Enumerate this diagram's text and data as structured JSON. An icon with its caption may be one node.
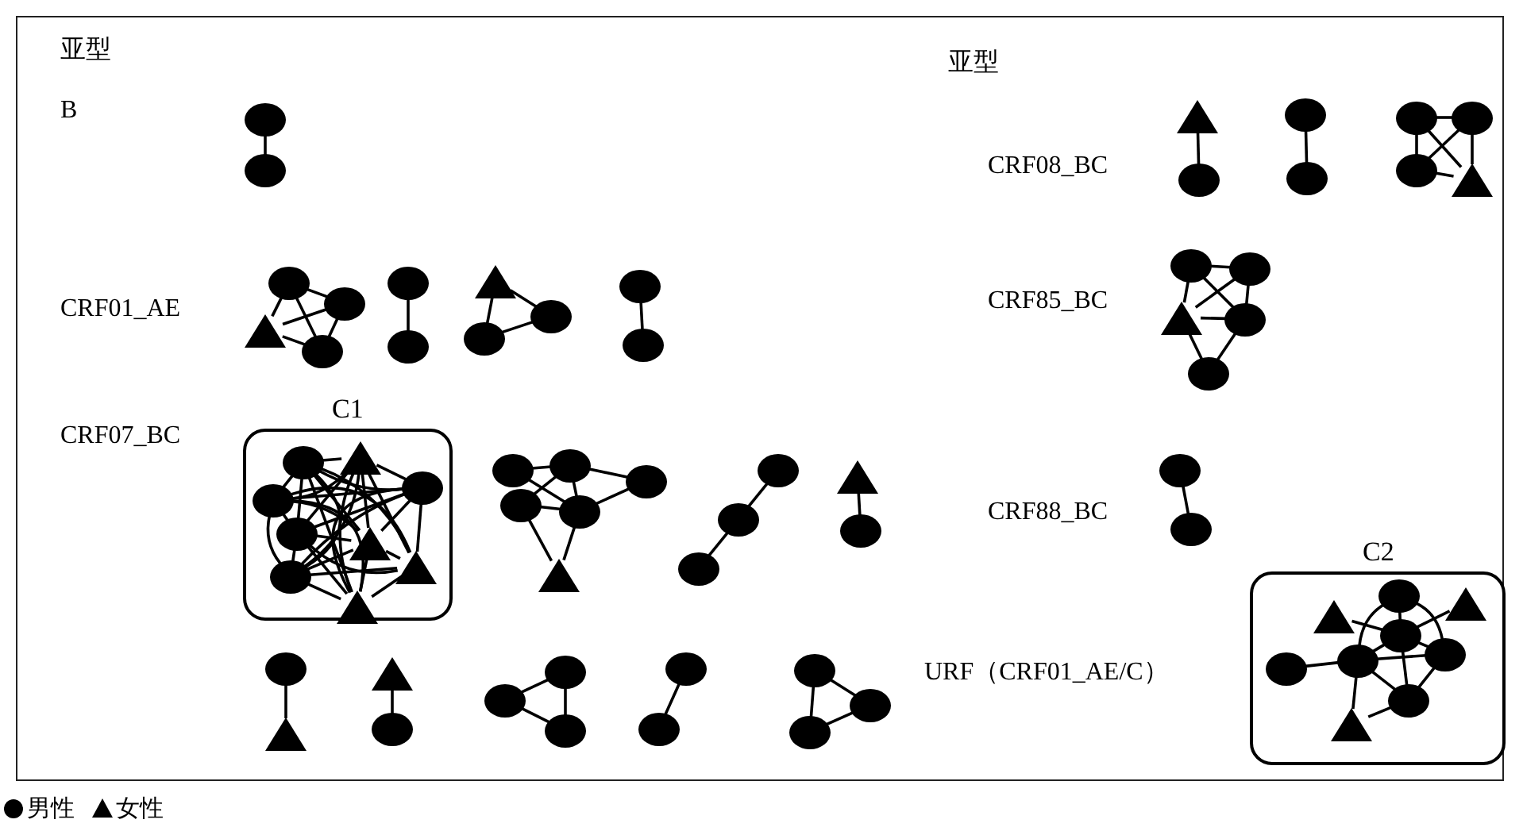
{
  "diagram": {
    "nodes": [
      {
        "text": [],
        "shape": "circle"
      },
      {
        "text": [],
        "shape": "circle"
      },
      {
        "text": [],
        "shape": "circle"
      },
      {
        "text": [],
        "shape": "circle"
      },
      {
        "text": [],
        "shape": "triangle"
      },
      {
        "text": [],
        "shape": "circle"
      },
      {
        "text": [],
        "shape": "circle"
      },
      {
        "text": [],
        "shape": "circle"
      },
      {
        "text": [],
        "shape": "triangle"
      },
      {
        "text": [],
        "shape": "circle"
      },
      {
        "text": [],
        "shape": "circle"
      },
      {
        "text": [],
        "shape": "circle"
      },
      {
        "text": [],
        "shape": "circle"
      },
      {
        "text": [
          "C1"
        ]
      },
      {
        "text": [],
        "shape": "circle",
        "in": 13
      },
      {
        "text": [],
        "shape": "triangle",
        "in": 13
      },
      {
        "text": [],
        "shape": "circle",
        "in": 13
      },
      {
        "text": [],
        "shape": "circle",
        "in": 13
      },
      {
        "text": [],
        "shape": "circle",
        "in": 13
      },
      {
        "text": [],
        "shape": "triangle",
        "in": 13
      },
      {
        "text": [],
        "shape": "triangle",
        "in": 13
      },
      {
        "text": [],
        "shape": "circle",
        "in": 13
      },
      {
        "text": [],
        "shape": "triangle",
        "in": 13
      },
      {
        "text": [],
        "shape": "circle"
      },
      {
        "text": [],
        "shape": "circle"
      },
      {
        "text": [],
        "shape": "circle"
      },
      {
        "text": [],
        "shape": "circle"
      },
      {
        "text": [],
        "shape": "circle"
      },
      {
        "text": [],
        "shape": "triangle"
      },
      {
        "text": [],
        "shape": "circle"
      },
      {
        "text": [],
        "shape": "circle"
      },
      {
        "text": [],
        "shape": "circle"
      },
      {
        "text": [],
        "shape": "triangle"
      },
      {
        "text": [],
        "shape": "circle"
      },
      {
        "text": [],
        "shape": "circle"
      },
      {
        "text": [],
        "shape": "triangle"
      },
      {
        "text": [],
        "shape": "triangle"
      },
      {
        "text": [],
        "shape": "circle"
      },
      {
        "text": [],
        "shape": "circle"
      },
      {
        "text": [],
        "shape": "circle"
      },
      {
        "text": [],
        "shape": "circle"
      },
      {
        "text": [],
        "shape": "circle"
      },
      {
        "text": [],
        "shape": "circle"
      },
      {
        "text": [],
        "shape": "circle"
      },
      {
        "text": [],
        "shape": "circle"
      },
      {
        "text": [],
        "shape": "circle"
      },
      {
        "text": [],
        "shape": "triangle"
      },
      {
        "text": [],
        "shape": "circle"
      },
      {
        "text": [],
        "shape": "circle"
      },
      {
        "text": [],
        "shape": "circle"
      },
      {
        "text": [],
        "shape": "circle"
      },
      {
        "text": [],
        "shape": "circle"
      },
      {
        "text": [],
        "shape": "circle"
      },
      {
        "text": [],
        "shape": "triangle"
      },
      {
        "text": [],
        "shape": "circle"
      },
      {
        "text": [],
        "shape": "circle"
      },
      {
        "text": [],
        "shape": "triangle"
      },
      {
        "text": [],
        "shape": "circle"
      },
      {
        "text": [],
        "shape": "circle"
      },
      {
        "text": [],
        "shape": "circle"
      },
      {
        "text": [],
        "shape": "circle"
      },
      {
        "text": [
          "C2"
        ]
      },
      {
        "text": [],
        "shape": "triangle",
        "in": 61
      },
      {
        "text": [],
        "shape": "circle",
        "in": 61
      },
      {
        "text": [],
        "shape": "triangle",
        "in": 61
      },
      {
        "text": [],
        "shape": "circle",
        "in": 61
      },
      {
        "text": [],
        "shape": "circle",
        "in": 61
      },
      {
        "text": [],
        "shape": "circle",
        "in": 61
      },
      {
        "text": [],
        "shape": "circle",
        "in": 61
      },
      {
        "text": [],
        "shape": "triangle",
        "in": 61
      },
      {
        "text": [],
        "shape": "circle",
        "in": 61
      }
    ],
    "edges": [
      {
        "from": 0,
        "to": 1,
        "arrow": "none"
      },
      {
        "from": 2,
        "to": 3,
        "arrow": "none"
      },
      {
        "from": 2,
        "to": 4,
        "arrow": "none"
      },
      {
        "from": 2,
        "to": 5,
        "arrow": "none"
      },
      {
        "from": 3,
        "to": 4,
        "arrow": "none"
      },
      {
        "from": 3,
        "to": 5,
        "arrow": "none"
      },
      {
        "from": 4,
        "to": 5,
        "arrow": "none"
      },
      {
        "from": 6,
        "to": 7,
        "arrow": "none"
      },
      {
        "from": 8,
        "to": 9,
        "arrow": "none"
      },
      {
        "from": 8,
        "to": 10,
        "arrow": "none"
      },
      {
        "from": 9,
        "to": 10,
        "arrow": "none"
      },
      {
        "from": 11,
        "to": 12,
        "arrow": "none"
      },
      {
        "from": 14,
        "to": 15,
        "arrow": "none"
      },
      {
        "from": 14,
        "to": 16,
        "arrow": "none"
      },
      {
        "from": 14,
        "to": 17,
        "arrow": "none"
      },
      {
        "from": 14,
        "to": 18,
        "arrow": "none"
      },
      {
        "from": 14,
        "to": 19,
        "arrow": "none"
      },
      {
        "from": 14,
        "to": 20,
        "arrow": "none"
      },
      {
        "from": 14,
        "to": 21,
        "arrow": "none"
      },
      {
        "from": 14,
        "to": 22,
        "arrow": "none"
      },
      {
        "from": 15,
        "to": 16,
        "arrow": "none"
      },
      {
        "from": 15,
        "to": 17,
        "arrow": "none"
      },
      {
        "from": 15,
        "to": 18,
        "arrow": "none"
      },
      {
        "from": 15,
        "to": 19,
        "arrow": "none"
      },
      {
        "from": 15,
        "to": 20,
        "arrow": "none"
      },
      {
        "from": 15,
        "to": 21,
        "arrow": "none"
      },
      {
        "from": 15,
        "to": 22,
        "arrow": "none"
      },
      {
        "from": 16,
        "to": 17,
        "arrow": "none"
      },
      {
        "from": 16,
        "to": 18,
        "arrow": "none"
      },
      {
        "from": 16,
        "to": 19,
        "arrow": "none"
      },
      {
        "from": 16,
        "to": 20,
        "arrow": "none"
      },
      {
        "from": 16,
        "to": 21,
        "arrow": "none"
      },
      {
        "from": 16,
        "to": 22,
        "arrow": "none"
      },
      {
        "from": 17,
        "to": 18,
        "arrow": "none"
      },
      {
        "from": 17,
        "to": 19,
        "arrow": "none"
      },
      {
        "from": 17,
        "to": 20,
        "arrow": "none"
      },
      {
        "from": 17,
        "to": 21,
        "arrow": "none"
      },
      {
        "from": 17,
        "to": 22,
        "arrow": "none"
      },
      {
        "from": 18,
        "to": 19,
        "arrow": "none"
      },
      {
        "from": 18,
        "to": 20,
        "arrow": "none"
      },
      {
        "from": 18,
        "to": 21,
        "arrow": "none"
      },
      {
        "from": 18,
        "to": 22,
        "arrow": "none"
      },
      {
        "from": 19,
        "to": 20,
        "arrow": "none"
      },
      {
        "from": 19,
        "to": 21,
        "arrow": "none"
      },
      {
        "from": 19,
        "to": 22,
        "arrow": "none"
      },
      {
        "from": 20,
        "to": 21,
        "arrow": "none"
      },
      {
        "from": 20,
        "to": 22,
        "arrow": "none"
      },
      {
        "from": 21,
        "to": 22,
        "arrow": "none"
      },
      {
        "from": 23,
        "to": 24,
        "arrow": "none"
      },
      {
        "from": 24,
        "to": 25,
        "arrow": "none"
      },
      {
        "from": 23,
        "to": 27,
        "arrow": "none"
      },
      {
        "from": 24,
        "to": 26,
        "arrow": "none"
      },
      {
        "from": 24,
        "to": 27,
        "arrow": "none"
      },
      {
        "from": 26,
        "to": 27,
        "arrow": "none"
      },
      {
        "from": 25,
        "to": 27,
        "arrow": "none"
      },
      {
        "from": 26,
        "to": 28,
        "arrow": "none"
      },
      {
        "from": 27,
        "to": 28,
        "arrow": "none"
      },
      {
        "from": 29,
        "to": 30,
        "arrow": "none"
      },
      {
        "from": 30,
        "to": 31,
        "arrow": "none"
      },
      {
        "from": 32,
        "to": 33,
        "arrow": "none"
      },
      {
        "from": 34,
        "to": 35,
        "arrow": "none"
      },
      {
        "from": 36,
        "to": 37,
        "arrow": "none"
      },
      {
        "from": 38,
        "to": 39,
        "arrow": "none"
      },
      {
        "from": 38,
        "to": 40,
        "arrow": "none"
      },
      {
        "from": 39,
        "to": 40,
        "arrow": "none"
      },
      {
        "from": 41,
        "to": 42,
        "arrow": "none"
      },
      {
        "from": 43,
        "to": 44,
        "arrow": "none"
      },
      {
        "from": 43,
        "to": 45,
        "arrow": "none"
      },
      {
        "from": 44,
        "to": 45,
        "arrow": "none"
      },
      {
        "from": 46,
        "to": 47,
        "arrow": "none"
      },
      {
        "from": 48,
        "to": 49,
        "arrow": "none"
      },
      {
        "from": 50,
        "to": 51,
        "arrow": "none"
      },
      {
        "from": 50,
        "to": 52,
        "arrow": "none"
      },
      {
        "from": 52,
        "to": 53,
        "arrow": "none"
      },
      {
        "from": 51,
        "to": 53,
        "arrow": "none"
      },
      {
        "from": 50,
        "to": 53,
        "arrow": "none"
      },
      {
        "from": 51,
        "to": 52,
        "arrow": "none"
      },
      {
        "from": 54,
        "to": 55,
        "arrow": "none"
      },
      {
        "from": 54,
        "to": 57,
        "arrow": "none"
      },
      {
        "from": 55,
        "to": 56,
        "arrow": "none"
      },
      {
        "from": 54,
        "to": 56,
        "arrow": "none"
      },
      {
        "from": 55,
        "to": 57,
        "arrow": "none"
      },
      {
        "from": 56,
        "to": 57,
        "arrow": "none"
      },
      {
        "from": 56,
        "to": 58,
        "arrow": "none"
      },
      {
        "from": 57,
        "to": 58,
        "arrow": "none"
      },
      {
        "from": 59,
        "to": 60,
        "arrow": "none"
      },
      {
        "from": 62,
        "to": 65,
        "arrow": "none"
      },
      {
        "from": 63,
        "to": 67,
        "arrow": "none"
      },
      {
        "from": 63,
        "to": 65,
        "arrow": "none"
      },
      {
        "from": 63,
        "to": 68,
        "arrow": "none"
      },
      {
        "from": 64,
        "to": 65,
        "arrow": "none"
      },
      {
        "from": 65,
        "to": 67,
        "arrow": "none"
      },
      {
        "from": 65,
        "to": 68,
        "arrow": "none"
      },
      {
        "from": 66,
        "to": 67,
        "arrow": "none"
      },
      {
        "from": 67,
        "to": 68,
        "arrow": "none"
      },
      {
        "from": 67,
        "to": 70,
        "arrow": "none"
      },
      {
        "from": 67,
        "to": 69,
        "arrow": "none"
      },
      {
        "from": 68,
        "to": 70,
        "arrow": "none"
      },
      {
        "from": 65,
        "to": 70,
        "arrow": "none"
      },
      {
        "from": 69,
        "to": 70,
        "arrow": "none"
      }
    ],
    "labels": [
      "亚型",
      "B",
      "CRF01_AE",
      "CRF07_BC",
      "亚型",
      "CRF08_BC",
      "CRF85_BC",
      "CRF88_BC",
      "URF（CRF01_AE/C）"
    ],
    "legend": [
      {
        "text": "男性"
      },
      {
        "text": "女性"
      }
    ]
  }
}
